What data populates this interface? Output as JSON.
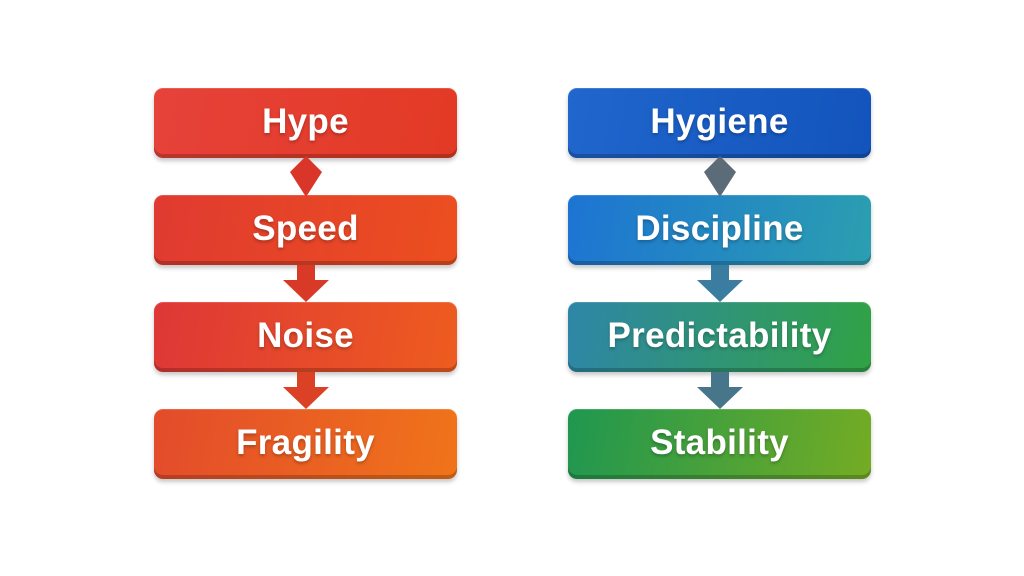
{
  "background_color": "#ffffff",
  "text_color": "#ffffff",
  "left_flow": {
    "items": [
      {
        "label": "Hype",
        "color_start": "#e7423a",
        "color_end": "#e23a24"
      },
      {
        "label": "Speed",
        "color_start": "#e03a31",
        "color_end": "#ec4f1f"
      },
      {
        "label": "Noise",
        "color_start": "#de3737",
        "color_end": "#ee5c1f"
      },
      {
        "label": "Fragility",
        "color_start": "#e34b2b",
        "color_end": "#f0741a"
      }
    ],
    "connectors": [
      {
        "type": "diamond",
        "color": "#d93529"
      },
      {
        "type": "block-arrow",
        "color": "#d93a28"
      },
      {
        "type": "block-arrow",
        "color": "#da4125"
      }
    ]
  },
  "right_flow": {
    "items": [
      {
        "label": "Hygiene",
        "color_start": "#2066cd",
        "color_end": "#1254bb"
      },
      {
        "label": "Discipline",
        "color_start": "#1d74d3",
        "color_end": "#2b9fb0"
      },
      {
        "label": "Predictability",
        "color_start": "#2e86a8",
        "color_end": "#31a244"
      },
      {
        "label": "Stability",
        "color_start": "#1f9750",
        "color_end": "#74ac23"
      }
    ],
    "connectors": [
      {
        "type": "diamond",
        "color": "#5b6b77"
      },
      {
        "type": "block-arrow",
        "color": "#3a7da0"
      },
      {
        "type": "block-arrow",
        "color": "#47758a"
      }
    ]
  }
}
